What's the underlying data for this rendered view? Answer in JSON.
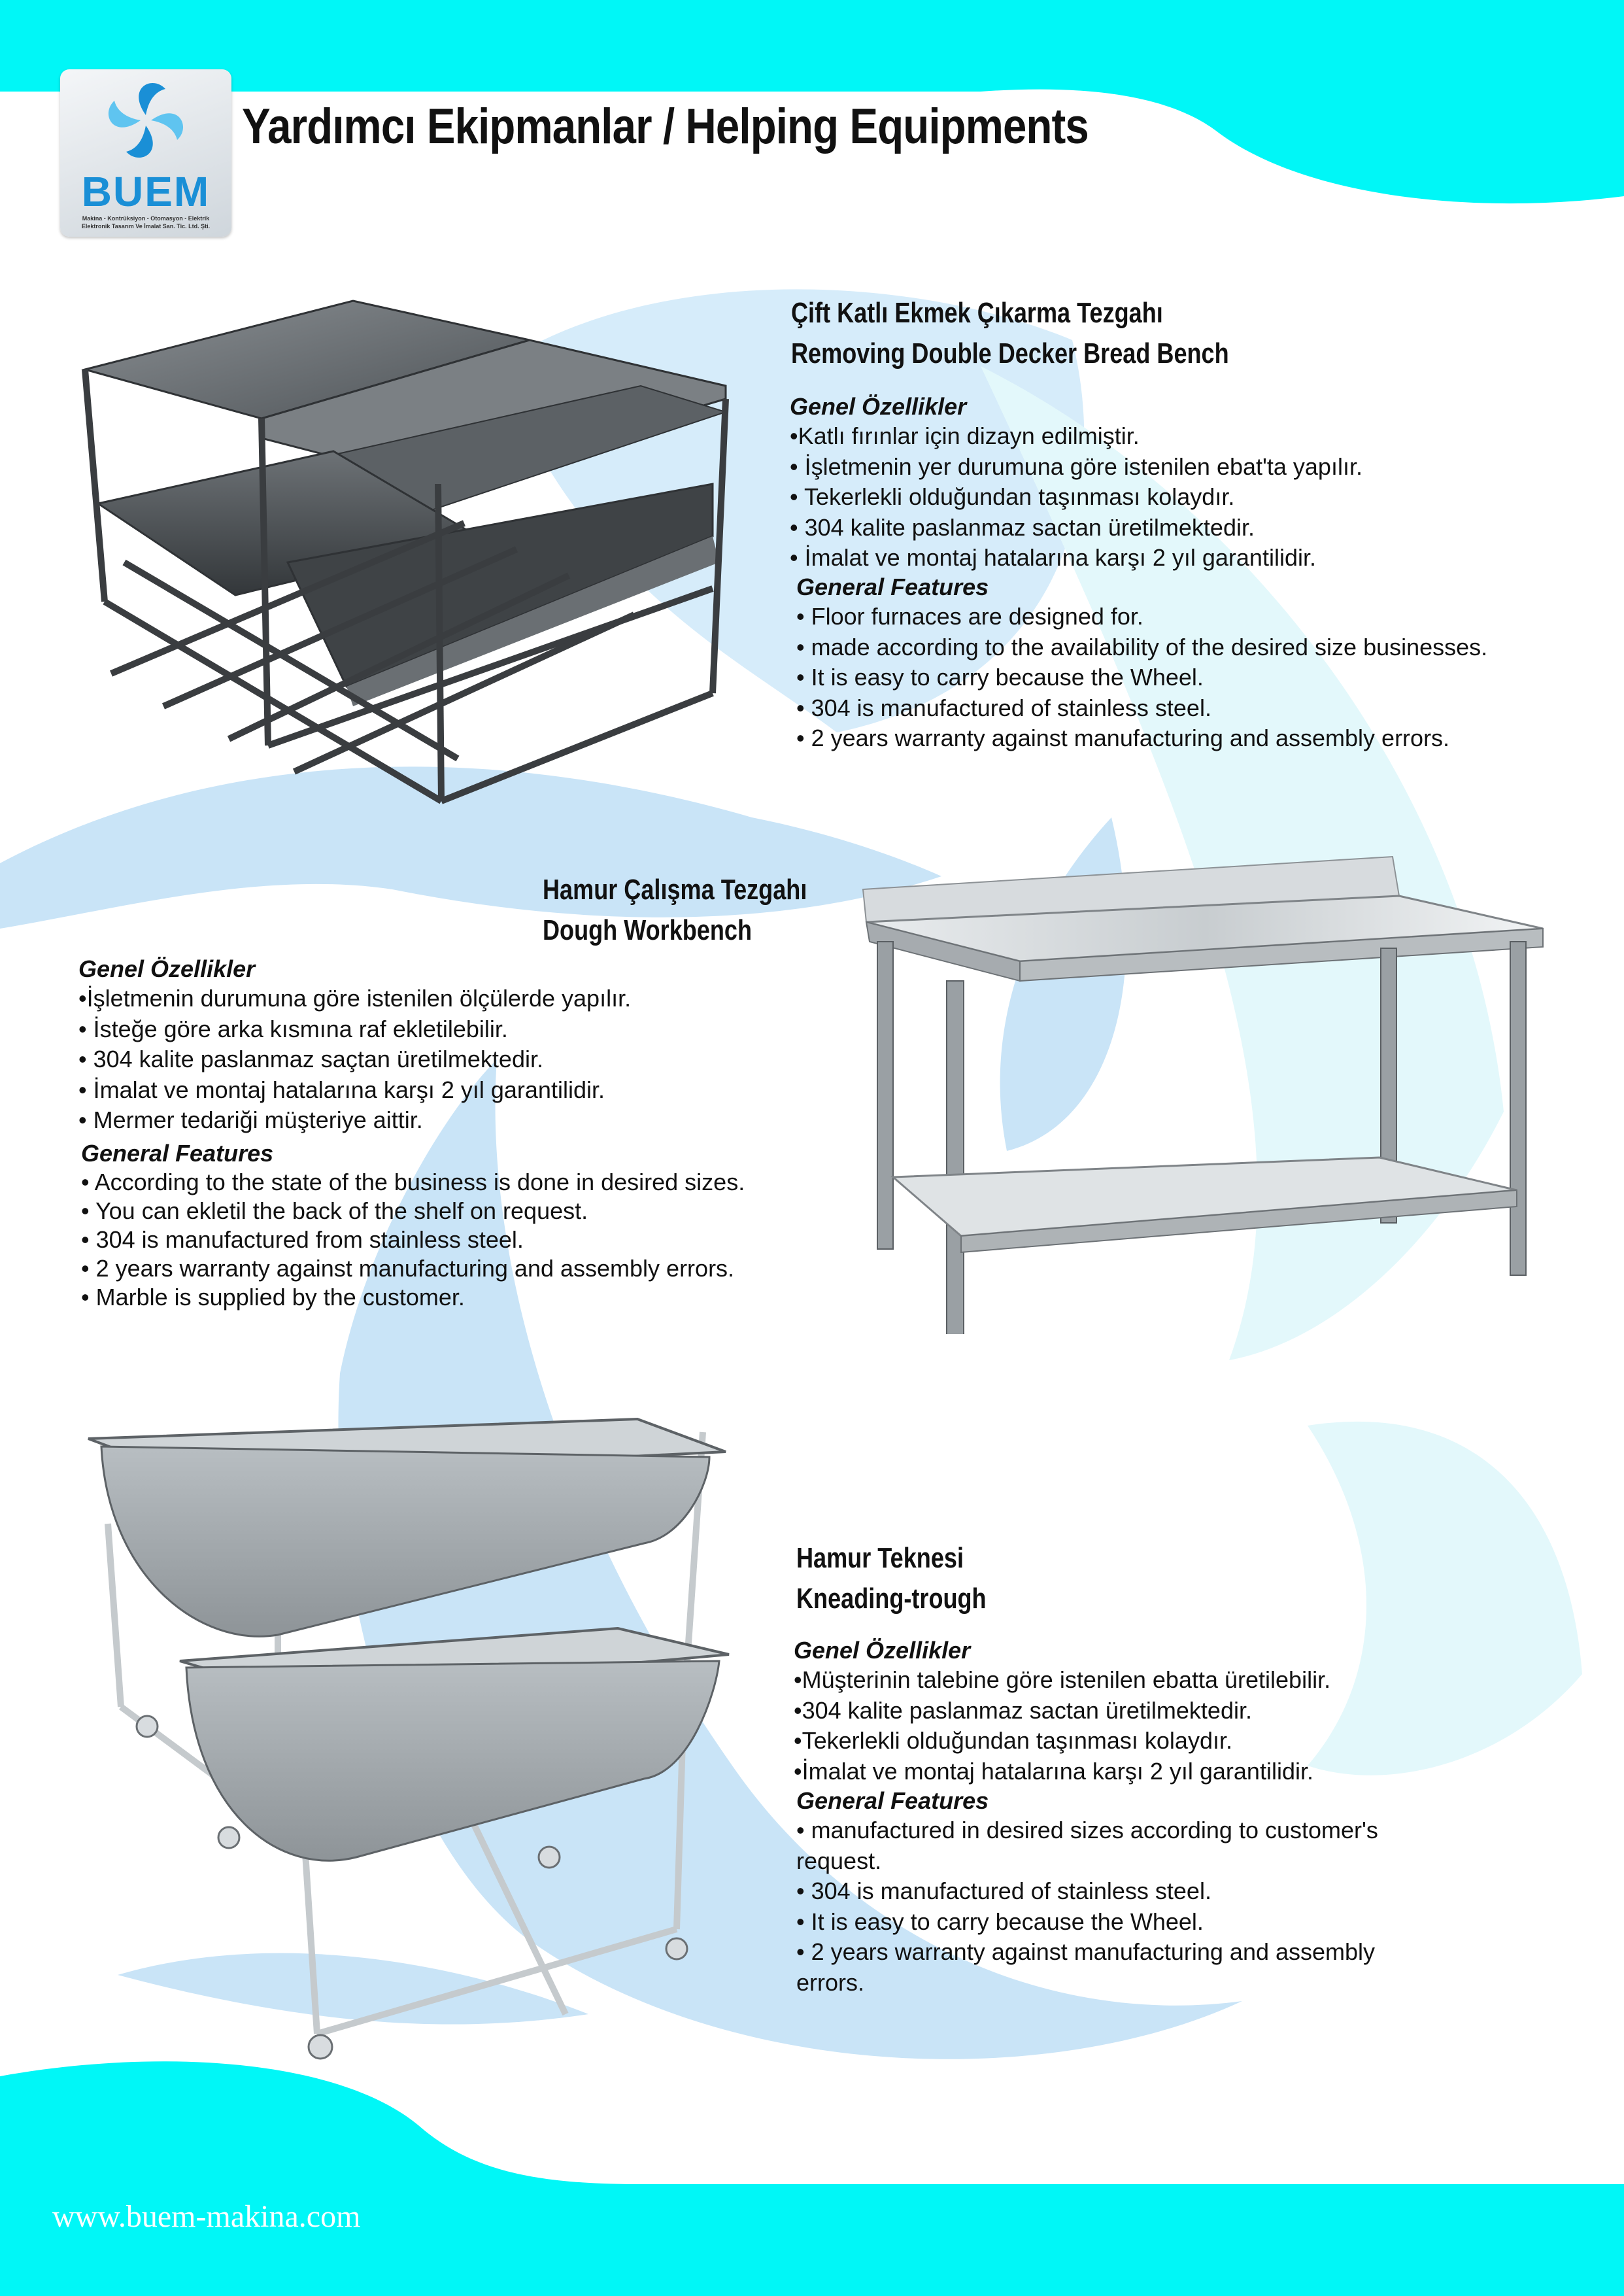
{
  "header": {
    "title": "Yardımcı Ekipmanlar / Helping Equipments",
    "logo_text": "BUEM",
    "logo_subtitle_1": "Makina - Kontrüksiyon - Otomasyon - Elektrik",
    "logo_subtitle_2": "Elektronik Tasarım Ve İmalat San. Tic. Ltd. Şti."
  },
  "products": [
    {
      "title_tr": "Çift Katlı Ekmek Çıkarma Tezgahı",
      "title_en": "Removing Double Decker Bread Bench",
      "general_tr_heading": "Genel Özellikler",
      "general_tr": [
        "•Katlı fırınlar için dizayn edilmiştir.",
        "• İşletmenin yer durumuna göre istenilen ebat'ta yapılır.",
        "• Tekerlekli olduğundan taşınması kolaydır.",
        "• 304 kalite paslanmaz sactan üretilmektedir.",
        "• İmalat ve montaj hatalarına karşı 2 yıl garantilidir."
      ],
      "general_en_heading": "General Features",
      "general_en": [
        "• Floor furnaces are designed for.",
        "• made according to the availability of the desired size businesses.",
        "• It is easy to carry because the Wheel.",
        "• 304 is manufactured of stainless steel.",
        "• 2 years warranty against manufacturing and assembly errors."
      ]
    },
    {
      "title_tr": "Hamur Çalışma Tezgahı",
      "title_en": "Dough Workbench",
      "general_tr_heading": "Genel Özellikler",
      "general_tr": [
        "•İşletmenin durumuna göre istenilen ölçülerde yapılır.",
        "• İsteğe göre arka kısmına raf ekletilebilir.",
        "• 304 kalite paslanmaz saçtan üretilmektedir.",
        "• İmalat ve montaj hatalarına karşı 2 yıl garantilidir.",
        "• Mermer tedariği müşteriye aittir."
      ],
      "general_en_heading": "General Features",
      "general_en": [
        "• According to the state of the business is done in desired sizes.",
        "• You can ekletil the back of the shelf on request.",
        "• 304 is manufactured from stainless steel.",
        "• 2 years warranty against manufacturing and assembly errors.",
        "• Marble is supplied by the customer."
      ]
    },
    {
      "title_tr": "Hamur Teknesi",
      "title_en": "Kneading-trough",
      "general_tr_heading": "Genel Özellikler",
      "general_tr": [
        "•Müşterinin talebine göre istenilen ebatta üretilebilir.",
        "•304 kalite paslanmaz sactan üretilmektedir.",
        "•Tekerlekli olduğundan taşınması kolaydır.",
        "•İmalat ve montaj hatalarına karşı 2 yıl garantilidir."
      ],
      "general_en_heading": "General Features",
      "general_en": [
        "• manufactured in desired sizes according to customer's request.",
        "• 304 is manufactured of stainless steel.",
        "• It is easy to carry because the Wheel.",
        "• 2 years warranty against manufacturing and assembly errors."
      ]
    }
  ],
  "footer": {
    "url": "www.buem-makina.com"
  },
  "colors": {
    "accent": "#00f7f7",
    "bg_blue": "#c9e4f7",
    "bg_light": "#e4f9fb"
  }
}
